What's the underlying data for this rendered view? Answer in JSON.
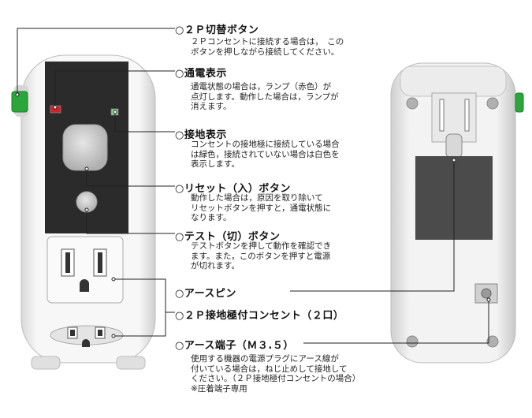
{
  "callouts": [
    {
      "title": "○２Ｐ切替ボタン",
      "lines": [
        "２Ｐコンセントに接続する場合は，　この",
        "ボタンを押しながら接続してください。"
      ]
    },
    {
      "title": "○通電表示",
      "lines": [
        "通電状態の場合は，ランプ（赤色）が",
        "点灯します。動作した場合は，ランプが",
        "消えます。"
      ]
    },
    {
      "title": "○接地表示",
      "lines": [
        "コンセントの接地極に接続している場合",
        "は緑色，接続されていない場合は白色を",
        "表示します。"
      ]
    },
    {
      "title": "○リセット（入）ボタン",
      "lines": [
        "動作した場合は，原因を取り除いて",
        "リセットボタンを押すと，通電状態に",
        "なります。"
      ]
    },
    {
      "title": "○テスト（切）ボタン",
      "lines": [
        "テストボタンを押して動作を確認でき",
        "ます。また，このボタンを押すと電源",
        "が切れます。"
      ]
    },
    {
      "title": "○アースピン",
      "lines": []
    },
    {
      "title": "○２Ｐ接地極付コンセント（２口）",
      "lines": []
    },
    {
      "title": "○アース端子（Ｍ３.５）",
      "lines": [
        "使用する機器の電源プラグにアース線が",
        "付いている場合は，ねじ止めして接地して",
        "ください。（２Ｐ接地極付コンセントの場合）",
        "※圧着端子専用"
      ]
    }
  ],
  "colors": {
    "panel": "#2b2b2b",
    "body": "#f2f2f2",
    "green": "#2aa63a",
    "red": "#d4202a",
    "line": "#222222"
  }
}
